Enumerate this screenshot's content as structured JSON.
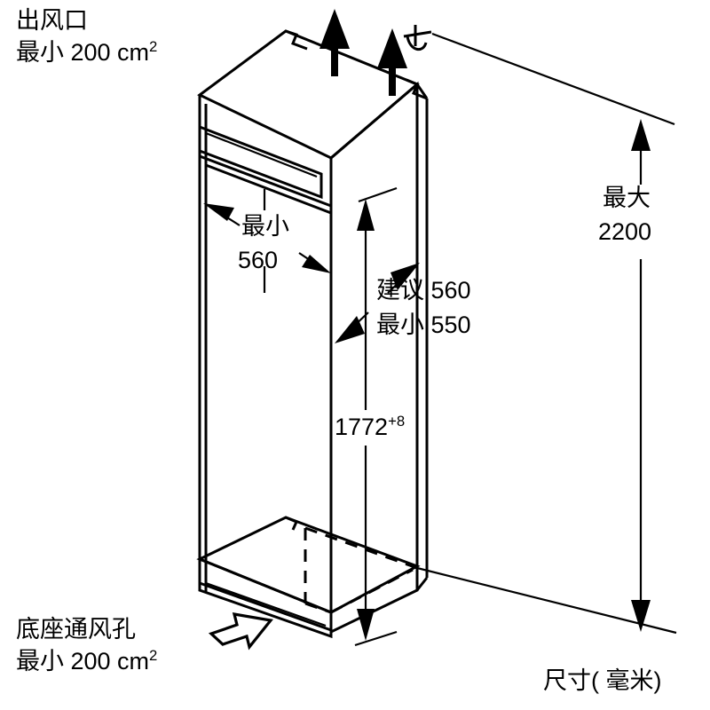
{
  "drawing": {
    "title": "built-in refrigerator niche installation dimensions",
    "unit_note": "尺寸( 毫米)",
    "line_color": "#000000",
    "background_color": "#ffffff"
  },
  "annotations": {
    "top_vent": {
      "line1": "出风口",
      "line2_prefix": "最小 200 cm",
      "line2_sup": "2"
    },
    "base_vent": {
      "line1": "底座通风孔",
      "line2_prefix": "最小 200 cm",
      "line2_sup": "2"
    }
  },
  "dimensions": {
    "niche_width": {
      "label_line1": "最小",
      "label_line2": "560",
      "value": 560,
      "qualifier": "最小"
    },
    "niche_depth": {
      "label_line1": "建议 560",
      "label_line2": "最小 550",
      "recommended": 560,
      "minimum": 550
    },
    "niche_height": {
      "value": "1772",
      "tolerance": "+8"
    },
    "max_height": {
      "label_line1": "最大",
      "label_line2": "2200",
      "value": 2200,
      "qualifier": "最大"
    }
  },
  "icons": {
    "air_out_arrow_1": "up-arrow-icon",
    "air_out_arrow_2": "up-arrow-icon",
    "leader_tick": "tick-marker-icon",
    "base_vent_arrow": "hollow-arrow-icon"
  }
}
